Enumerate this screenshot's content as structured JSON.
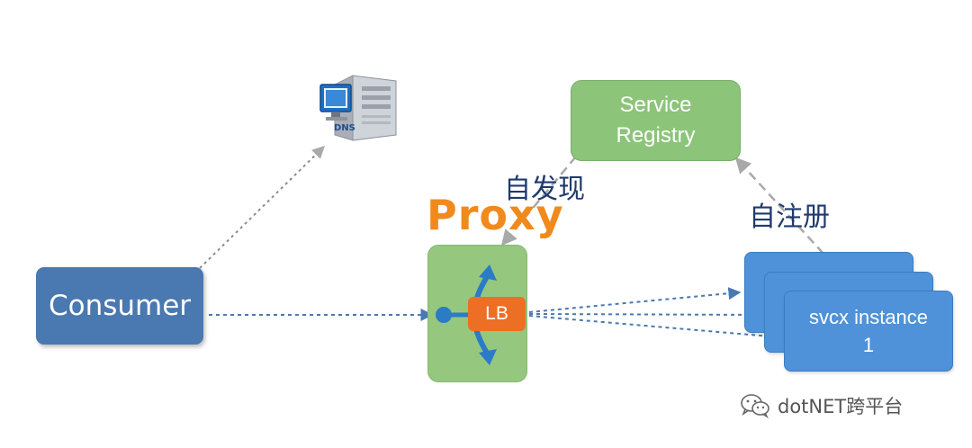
{
  "nodes": {
    "consumer": "Consumer",
    "registry_line1": "Service",
    "registry_line2": "Registry",
    "proxy": "Proxy",
    "lb": "LB",
    "instance_line1": "svcx instance",
    "instance_line2": "1",
    "dns_icon_label": "DNS"
  },
  "labels": {
    "discovery": "自发现",
    "registration": "自注册"
  },
  "watermark": {
    "text": "dotNET跨平台",
    "icon": "wechat-icon"
  },
  "colors": {
    "consumer": "#4a78b0",
    "registry": "#8cc47a",
    "proxy_title": "#f08a1c",
    "proxy_box": "#96c77f",
    "lb": "#ec6f25",
    "instance": "#4f92d9",
    "arrow_blue": "#4a78b0",
    "arrow_gray": "#a9a9a9"
  }
}
